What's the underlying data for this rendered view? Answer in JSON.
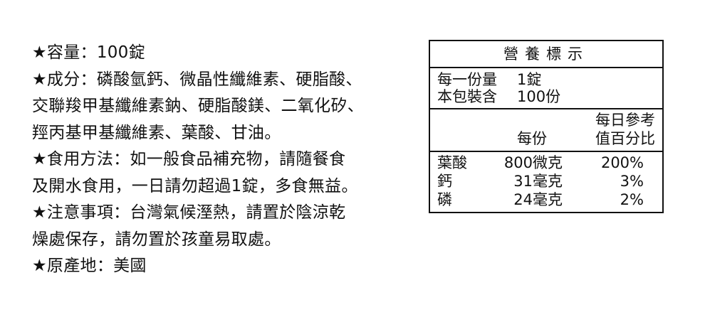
{
  "label_text": {
    "lines": [
      "★容量：100錠",
      "★成分：磷酸氫鈣、微晶性纖維素、硬脂酸、",
      "交聯羧甲基纖維素鈉、硬脂酸鎂、二氧化矽、",
      "羥丙基甲基纖維素、葉酸、甘油。",
      "★食用方法：如一般食品補充物，請隨餐食",
      "及開水食用，一日請勿超過1錠，多食無益。",
      "★注意事項：台灣氣候溼熱，請置於陰涼乾",
      "燥處保存，請勿置於孩童易取處。",
      "★原產地：美國"
    ]
  },
  "nutrition": {
    "title": "營養標示",
    "serving_size_label": "每一份量",
    "serving_size_value": "1錠",
    "servings_label": "本包裝含",
    "servings_value": "100份",
    "col_per_serving": "每份",
    "col_dv_line1": "每日參考",
    "col_dv_line2": "值百分比",
    "rows": [
      {
        "name": "葉酸",
        "amount": "800微克",
        "dv": "200%"
      },
      {
        "name": "鈣",
        "amount": "31毫克",
        "dv": "3%"
      },
      {
        "name": "磷",
        "amount": "24毫克",
        "dv": "2%"
      }
    ]
  }
}
